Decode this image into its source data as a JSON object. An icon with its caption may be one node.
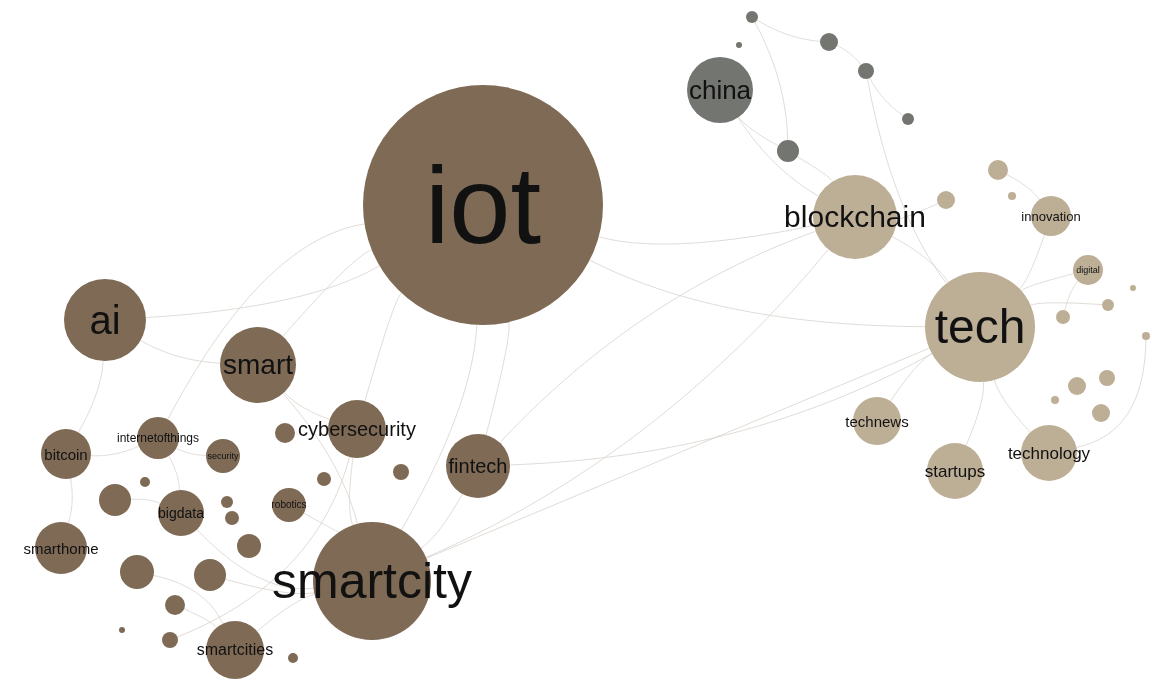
{
  "diagram": {
    "nodes": [
      {
        "text": [
          "iot"
        ]
      },
      {
        "text": [
          "china"
        ]
      },
      {
        "text": [
          "blockchain"
        ]
      },
      {
        "text": [
          "innovation"
        ]
      },
      {
        "text": [
          "digital"
        ]
      },
      {
        "text": [
          "tech"
        ]
      },
      {
        "text": [
          "technews"
        ]
      },
      {
        "text": [
          "startups"
        ]
      },
      {
        "text": [
          "technology"
        ]
      },
      {
        "text": [
          "ai"
        ]
      },
      {
        "text": [
          "smart"
        ]
      },
      {
        "text": [
          "cybersecurity"
        ]
      },
      {
        "text": [
          "fintech"
        ]
      },
      {
        "text": [
          "bitcoin"
        ]
      },
      {
        "text": [
          "internetofthings"
        ]
      },
      {
        "text": [
          "security"
        ]
      },
      {
        "text": [
          "bigdata"
        ]
      },
      {
        "text": [
          "robotics"
        ]
      },
      {
        "text": [
          "smarthome"
        ]
      },
      {
        "text": [
          "smartcity"
        ]
      },
      {
        "text": [
          "smartcities"
        ]
      },
      {
        "text": [],
        "shape": "circle"
      },
      {
        "text": [],
        "shape": "circle"
      },
      {
        "text": [],
        "shape": "circle"
      },
      {
        "text": [],
        "shape": "circle"
      },
      {
        "text": [],
        "shape": "circle"
      },
      {
        "text": [],
        "shape": "circle"
      },
      {
        "text": [],
        "shape": "circle"
      },
      {
        "text": [],
        "shape": "circle"
      },
      {
        "text": [],
        "shape": "circle"
      },
      {
        "text": [],
        "shape": "circle"
      },
      {
        "text": [],
        "shape": "circle"
      },
      {
        "text": [],
        "shape": "circle"
      },
      {
        "text": [],
        "shape": "circle"
      },
      {
        "text": [],
        "shape": "circle"
      },
      {
        "text": [],
        "shape": "circle"
      },
      {
        "text": [],
        "shape": "circle"
      },
      {
        "text": [],
        "shape": "circle"
      },
      {
        "text": [],
        "shape": "circle"
      },
      {
        "text": [],
        "shape": "circle"
      },
      {
        "text": [],
        "shape": "circle"
      },
      {
        "text": [],
        "shape": "circle"
      },
      {
        "text": [],
        "shape": "circle"
      },
      {
        "text": [],
        "shape": "circle"
      },
      {
        "text": [],
        "shape": "circle"
      },
      {
        "text": [],
        "shape": "circle"
      },
      {
        "text": [],
        "shape": "circle"
      },
      {
        "text": [],
        "shape": "circle"
      },
      {
        "text": [],
        "shape": "circle"
      },
      {
        "text": [],
        "shape": "circle"
      },
      {
        "text": [],
        "shape": "circle"
      },
      {
        "text": [],
        "shape": "circle"
      }
    ],
    "edges": [
      {
        "from": 0,
        "to": 9,
        "arrow": "none"
      },
      {
        "from": 0,
        "to": 10,
        "arrow": "none"
      },
      {
        "from": 0,
        "to": 19,
        "arrow": "none"
      },
      {
        "from": 0,
        "to": 11,
        "arrow": "none"
      },
      {
        "from": 0,
        "to": 12,
        "arrow": "none"
      },
      {
        "from": 0,
        "to": 2,
        "arrow": "none"
      },
      {
        "from": 0,
        "to": 5,
        "arrow": "none"
      },
      {
        "from": 0,
        "to": 14,
        "arrow": "none"
      },
      {
        "from": 19,
        "to": 5,
        "arrow": "none"
      },
      {
        "from": 19,
        "to": 2,
        "arrow": "none"
      },
      {
        "from": 12,
        "to": 2,
        "arrow": "none"
      },
      {
        "from": 12,
        "to": 5,
        "arrow": "none"
      },
      {
        "from": 1,
        "to": 2,
        "arrow": "none"
      },
      {
        "from": 1,
        "to": 25,
        "arrow": "none"
      },
      {
        "from": 25,
        "to": 2,
        "arrow": "none"
      },
      {
        "from": 21,
        "to": 22,
        "arrow": "none"
      },
      {
        "from": 22,
        "to": 23,
        "arrow": "none"
      },
      {
        "from": 23,
        "to": 24,
        "arrow": "none"
      },
      {
        "from": 21,
        "to": 25,
        "arrow": "none"
      },
      {
        "from": 23,
        "to": 5,
        "arrow": "none"
      },
      {
        "from": 2,
        "to": 5,
        "arrow": "none"
      },
      {
        "from": 5,
        "to": 3,
        "arrow": "none"
      },
      {
        "from": 5,
        "to": 4,
        "arrow": "none"
      },
      {
        "from": 5,
        "to": 8,
        "arrow": "none"
      },
      {
        "from": 5,
        "to": 7,
        "arrow": "none"
      },
      {
        "from": 5,
        "to": 6,
        "arrow": "none"
      },
      {
        "from": 3,
        "to": 27,
        "arrow": "none"
      },
      {
        "from": 4,
        "to": 30,
        "arrow": "none"
      },
      {
        "from": 28,
        "to": 2,
        "arrow": "none"
      },
      {
        "from": 9,
        "to": 10,
        "arrow": "none"
      },
      {
        "from": 9,
        "to": 13,
        "arrow": "none"
      },
      {
        "from": 10,
        "to": 11,
        "arrow": "none"
      },
      {
        "from": 10,
        "to": 19,
        "arrow": "none"
      },
      {
        "from": 11,
        "to": 19,
        "arrow": "none"
      },
      {
        "from": 12,
        "to": 19,
        "arrow": "none"
      },
      {
        "from": 13,
        "to": 14,
        "arrow": "none"
      },
      {
        "from": 14,
        "to": 16,
        "arrow": "none"
      },
      {
        "from": 16,
        "to": 19,
        "arrow": "none"
      },
      {
        "from": 17,
        "to": 19,
        "arrow": "none"
      },
      {
        "from": 18,
        "to": 13,
        "arrow": "none"
      },
      {
        "from": 20,
        "to": 19,
        "arrow": "none"
      },
      {
        "from": 16,
        "to": 38,
        "arrow": "none"
      },
      {
        "from": 39,
        "to": 20,
        "arrow": "none"
      },
      {
        "from": 40,
        "to": 19,
        "arrow": "none"
      },
      {
        "from": 41,
        "to": 20,
        "arrow": "none"
      },
      {
        "from": 42,
        "to": 11,
        "arrow": "none"
      },
      {
        "from": 15,
        "to": 14,
        "arrow": "none"
      },
      {
        "from": 8,
        "to": 36,
        "arrow": "none"
      },
      {
        "from": 5,
        "to": 31,
        "arrow": "none"
      }
    ]
  }
}
